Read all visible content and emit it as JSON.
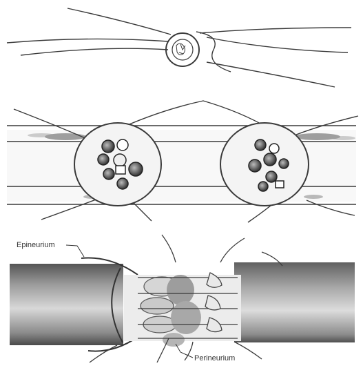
{
  "labels": {
    "epineurium": "Epineurium",
    "perineurium": "Perineurium"
  },
  "panels": [
    {
      "id": "epineurial-end-to-end-repair"
    },
    {
      "id": "epineurial-circumferential-repair"
    },
    {
      "id": "perineurial-group-fascicular-repair"
    }
  ],
  "colors": {
    "line": "#3a3a3a",
    "shade": "#7a7a7a",
    "light_shade": "#bdbdbd",
    "fascicle": "#555555"
  }
}
